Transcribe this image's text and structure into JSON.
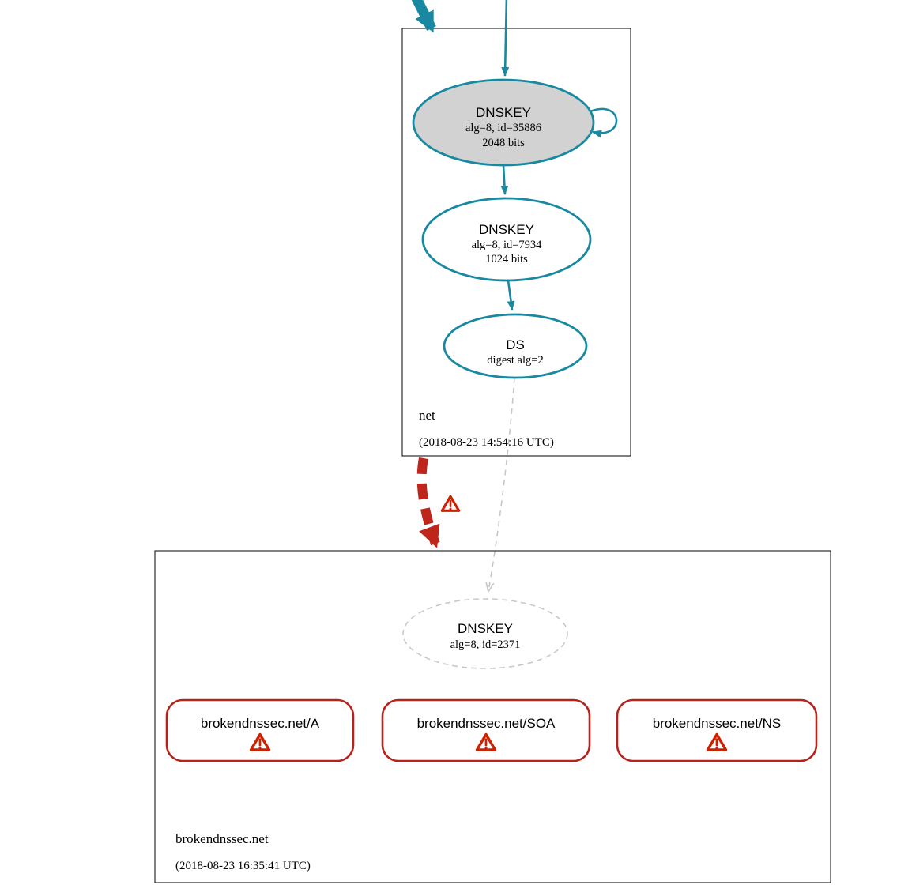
{
  "diagram": {
    "type": "dnssec-authentication-chain",
    "colors": {
      "secure_teal": "#1889a0",
      "bogus_red": "#c0251c",
      "warning_red": "#cc2200",
      "ksk_fill_gray": "#d2d2d2",
      "insecure_gray": "#c8c8c8",
      "zone_border": "#000000"
    },
    "zones": [
      {
        "label": "net",
        "timestamp": "(2018-08-23 14:54:16 UTC)",
        "nodes": [
          {
            "title": "DNSKEY",
            "detail1": "alg=8, id=35886",
            "detail2": "2048 bits"
          },
          {
            "title": "DNSKEY",
            "detail1": "alg=8, id=7934",
            "detail2": "1024 bits"
          },
          {
            "title": "DS",
            "detail1": "digest alg=2"
          }
        ]
      },
      {
        "label": "brokendnssec.net",
        "timestamp": "(2018-08-23 16:35:41 UTC)",
        "nodes": [
          {
            "title": "DNSKEY",
            "detail1": "alg=8, id=2371"
          }
        ],
        "rrsets": [
          {
            "label": "brokendnssec.net/A"
          },
          {
            "label": "brokendnssec.net/SOA"
          },
          {
            "label": "brokendnssec.net/NS"
          }
        ]
      }
    ]
  }
}
